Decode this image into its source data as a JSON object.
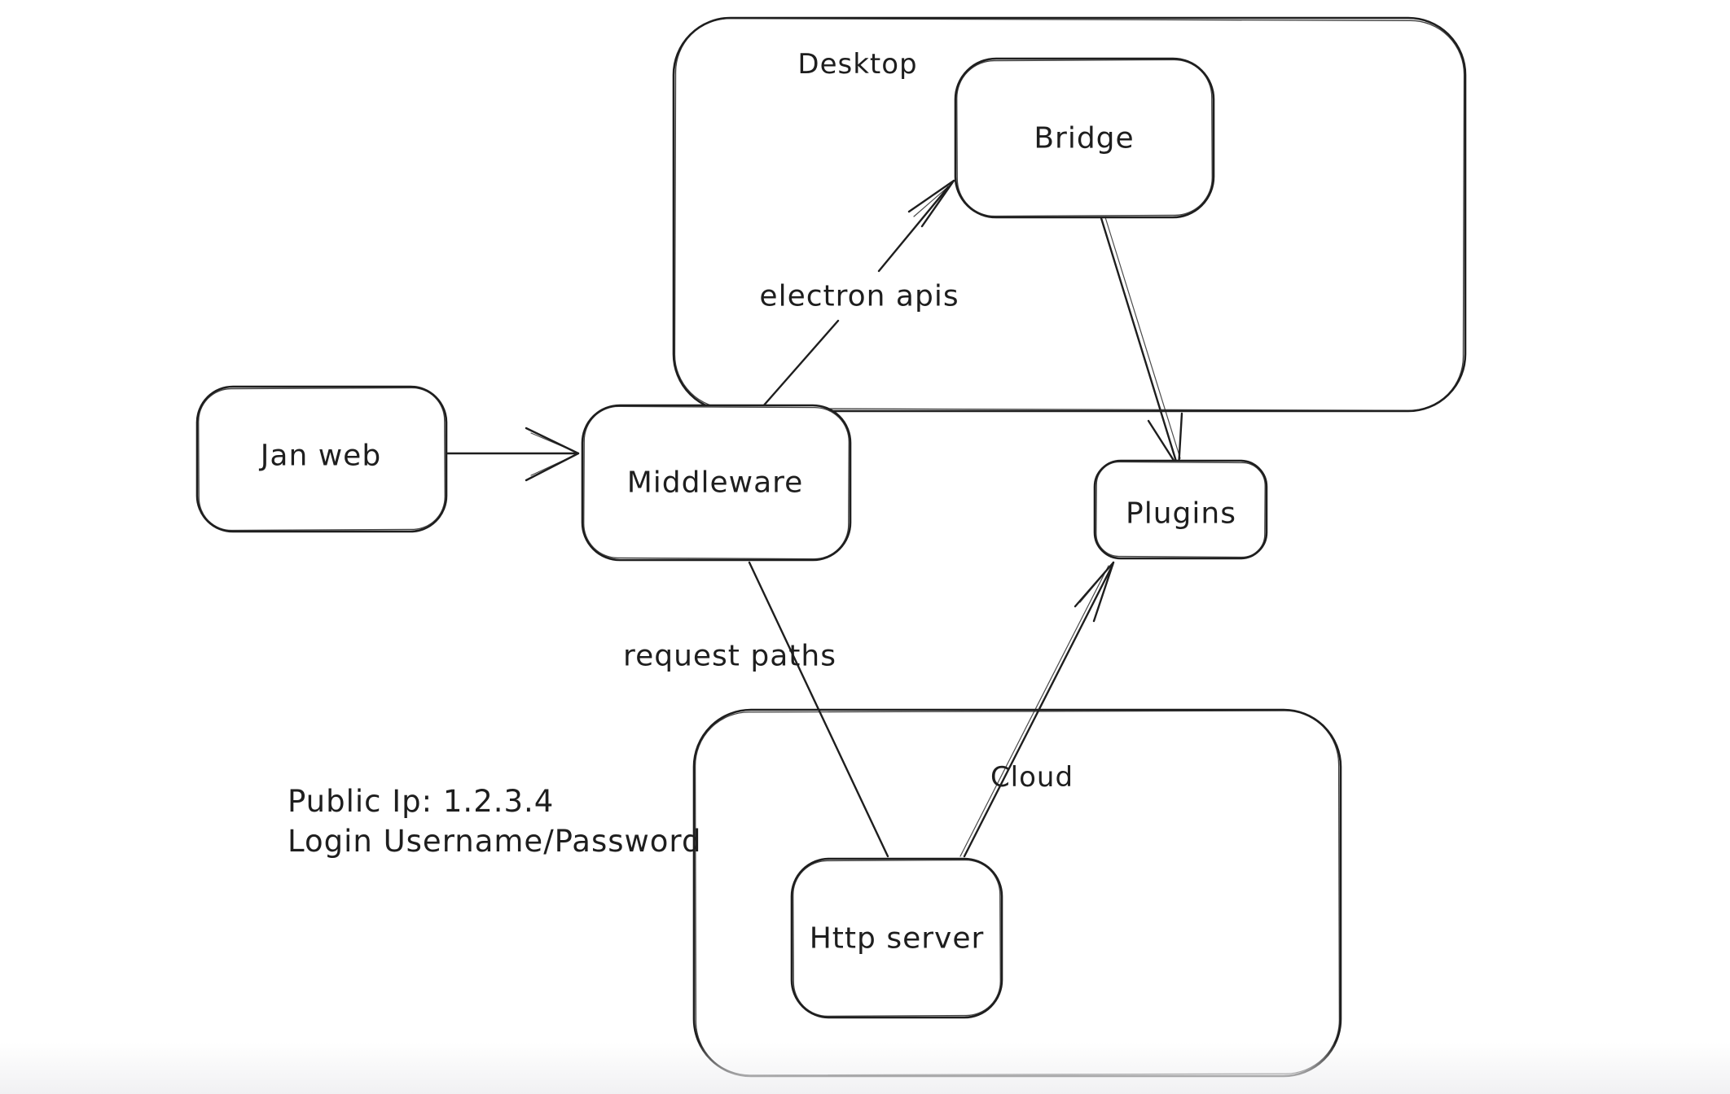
{
  "canvas": {
    "background_color": "#ffffff",
    "stroke_color": "#1e1e1e"
  },
  "containers": [
    {
      "label": "Desktop"
    },
    {
      "label": "Cloud"
    }
  ],
  "nodes": [
    {
      "label": "Jan web"
    },
    {
      "label": "Middleware"
    },
    {
      "label": "Bridge"
    },
    {
      "label": "Plugins"
    },
    {
      "label": "Http server"
    }
  ],
  "edges": [
    {
      "from": "Jan web",
      "to": "Middleware",
      "label": ""
    },
    {
      "from": "Middleware",
      "to": "Bridge",
      "label": "electron apis"
    },
    {
      "from": "Bridge",
      "to": "Plugins",
      "label": ""
    },
    {
      "from": "Middleware",
      "to": "Http server",
      "label": "request paths"
    },
    {
      "from": "Http server",
      "to": "Plugins",
      "label": ""
    }
  ],
  "annotations": {
    "public_ip": "Public Ip: 1.2.3.4",
    "login": "Login Username/Password"
  }
}
